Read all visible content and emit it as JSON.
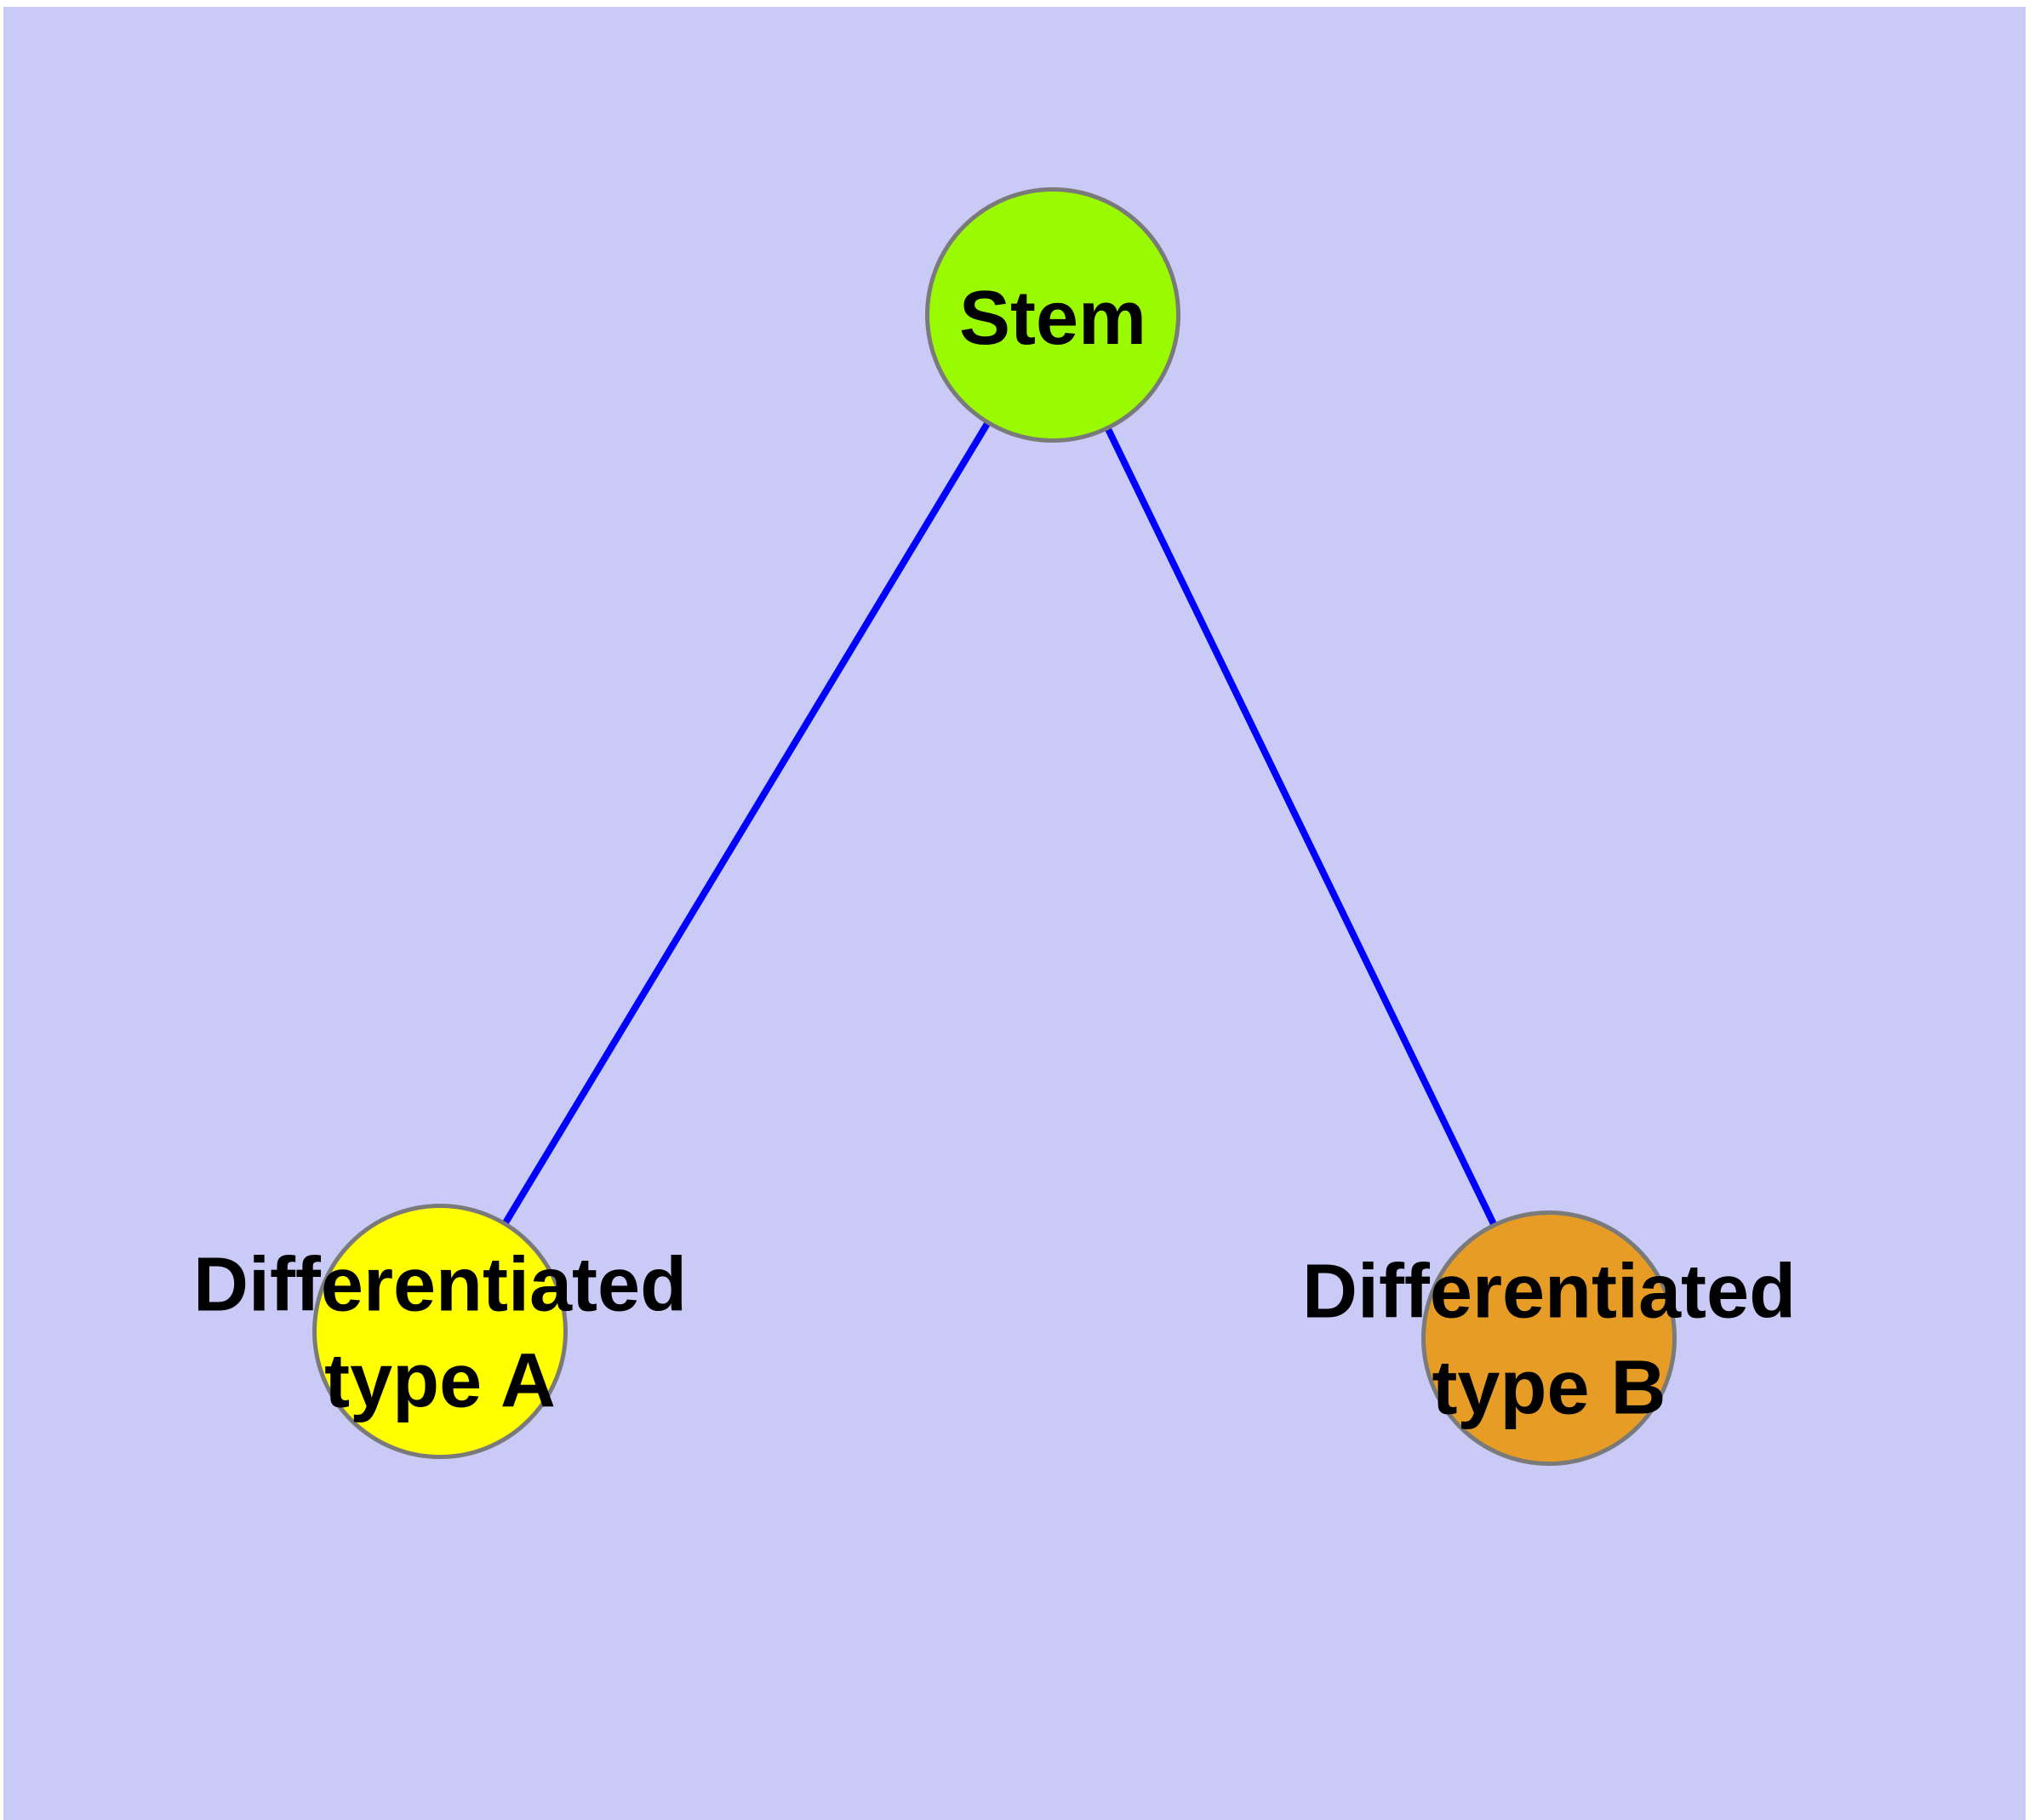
{
  "diagram": {
    "type": "graph",
    "background_color": "#CACAF7",
    "page_margin_color": "#FFFFFF",
    "text_color": "#000000",
    "node_border_color": "#7A7A7A",
    "nodes": [
      {
        "id": "stem",
        "label": "Stem",
        "fill": "#9AFB00"
      },
      {
        "id": "type-a",
        "label": "Differentiated\ntype A",
        "fill": "#FFFF00"
      },
      {
        "id": "type-b",
        "label": "Differentiated\ntype B",
        "fill": "#E69C25"
      }
    ],
    "edges": [
      {
        "from": "stem",
        "to": "type-a",
        "color": "#0000FE"
      },
      {
        "from": "stem",
        "to": "type-b",
        "color": "#0000FE"
      }
    ]
  }
}
